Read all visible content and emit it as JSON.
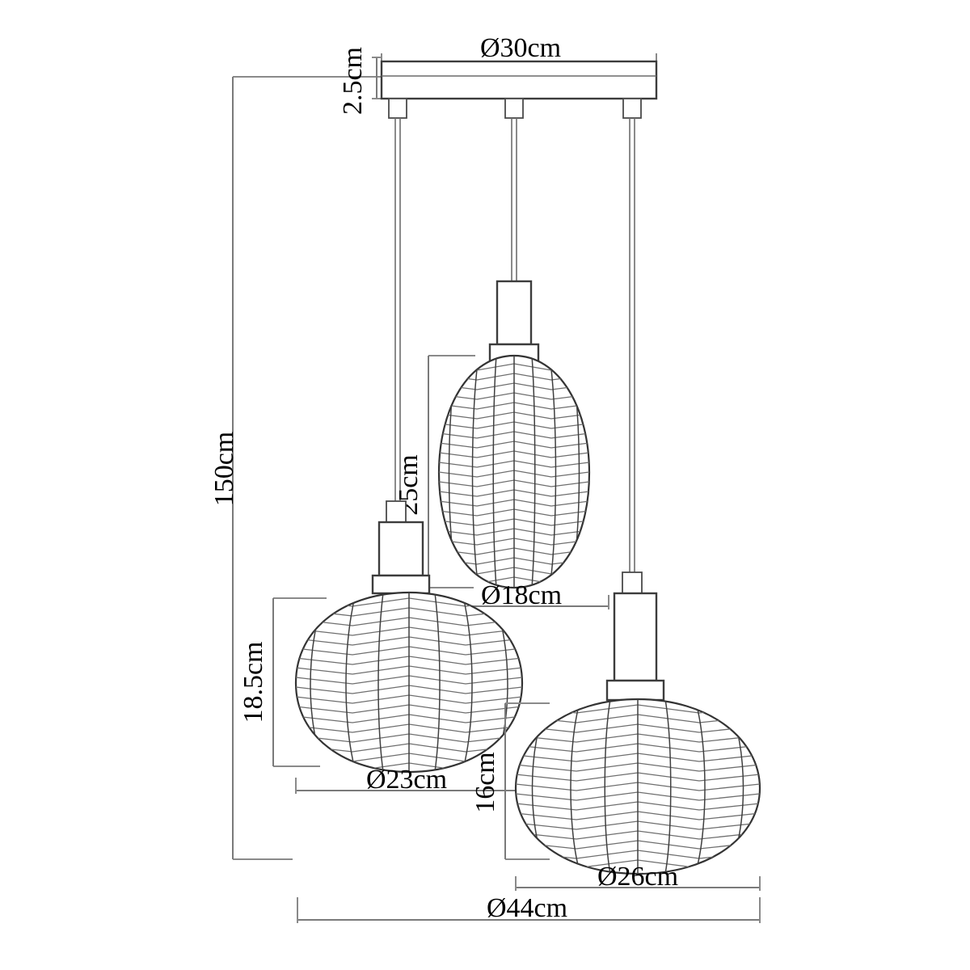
{
  "drawing": {
    "title": "Three-light cluster pendant lamp technical dimension drawing",
    "units": "cm",
    "line_color": "#7a7a7a",
    "outline_color": "#333333",
    "background": "#ffffff"
  },
  "dimensions": {
    "canopy_diameter": "Ø30cm",
    "canopy_height": "2.5cm",
    "total_drop": "150cm",
    "middle_shade_height": "25cm",
    "middle_shade_diameter": "Ø18cm",
    "left_shade_height": "18.5cm",
    "left_shade_diameter": "Ø23cm",
    "right_shade_height": "16cm",
    "right_shade_diameter": "Ø26cm",
    "overall_spread": "Ø44cm"
  },
  "parts": {
    "canopy": "ceiling-canopy-plate",
    "cord_left": "suspension-cord-left",
    "cord_middle": "suspension-cord-middle",
    "cord_right": "suspension-cord-right",
    "holder_left": "lamp-holder-left",
    "holder_middle": "lamp-holder-middle",
    "holder_right": "lamp-holder-right",
    "shade_left": "woven-shade-left-apple",
    "shade_middle": "woven-shade-middle-oval",
    "shade_right": "woven-shade-right-oblate"
  }
}
